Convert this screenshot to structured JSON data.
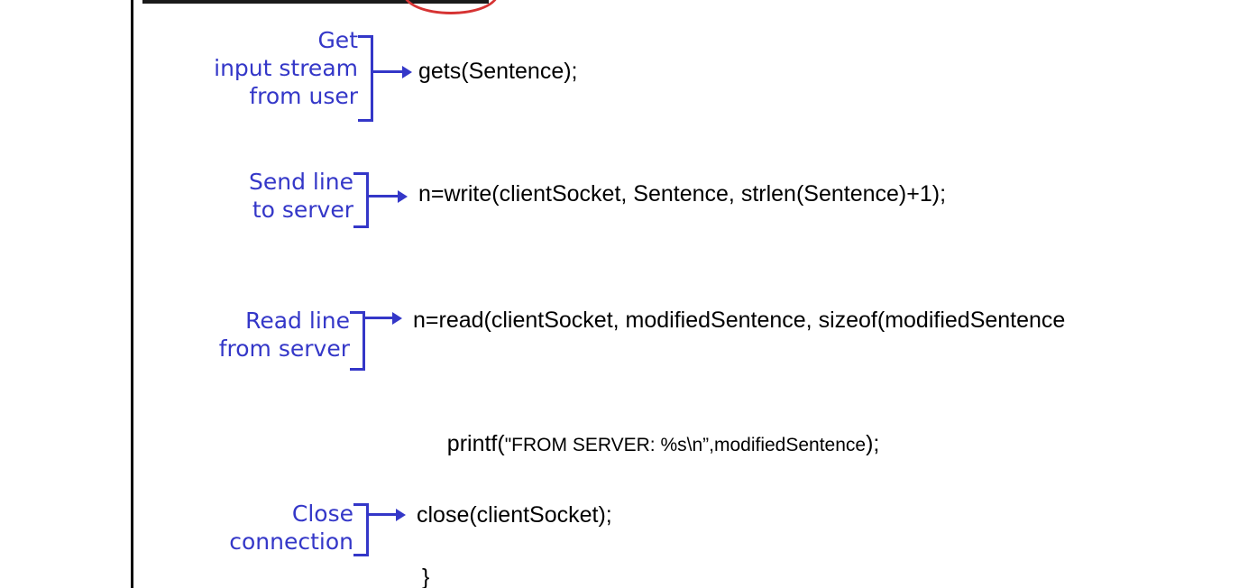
{
  "colors": {
    "annotation_blue": "#3437c8",
    "code_black": "#000000",
    "highlight_red": "#d63333"
  },
  "annotations": [
    {
      "label_lines": [
        "Get",
        "input stream",
        "from user"
      ],
      "code": "gets(Sentence);"
    },
    {
      "label_lines": [
        "Send line",
        "to server"
      ],
      "code": "n=write(clientSocket, Sentence, strlen(Sentence)+1);"
    },
    {
      "label_lines": [
        "Read line",
        "from server"
      ],
      "code": "n=read(clientSocket, modifiedSentence, sizeof(modifiedSentence"
    },
    {
      "label_lines": [
        "Close",
        "connection"
      ],
      "code": "close(clientSocket);"
    }
  ],
  "code_lines": {
    "printf_prefix": "printf(",
    "printf_inner": "\"FROM SERVER: %s\\n”,modifiedSentence",
    "printf_suffix": ");",
    "closing_brace": "}"
  }
}
